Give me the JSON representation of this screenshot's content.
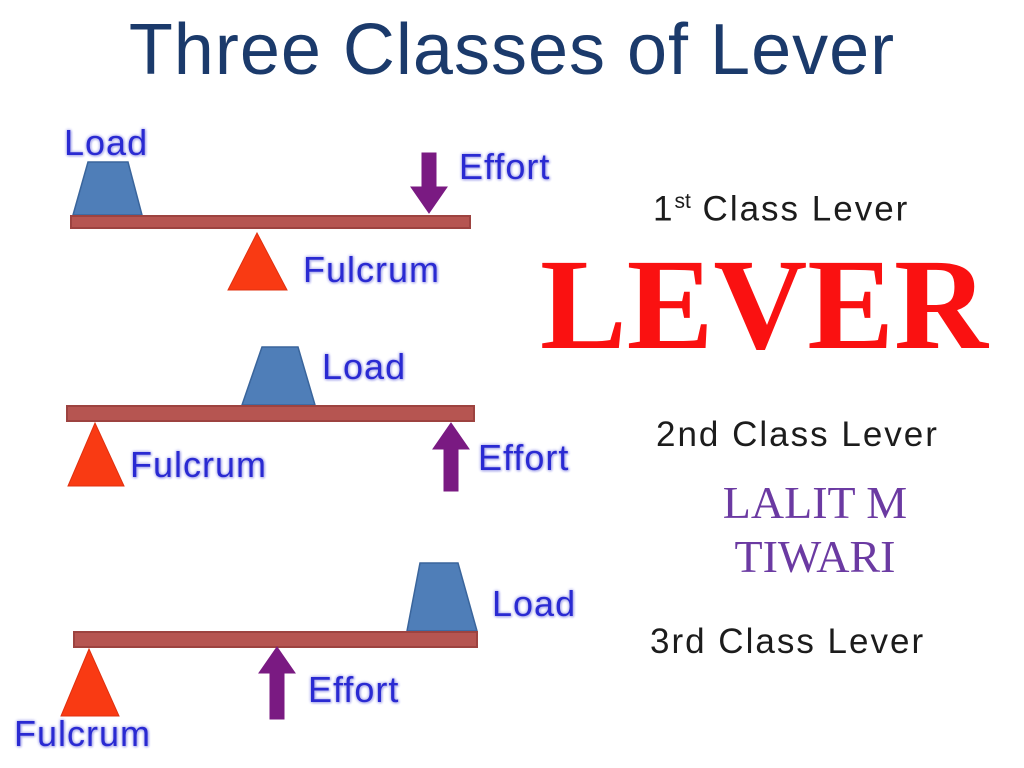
{
  "title": "Three Classes of Lever",
  "colors": {
    "background": "#ffffff",
    "title_text": "#1b3a6b",
    "label_text": "#2a2ad2",
    "label_halo": "#b4b4ee",
    "beam_fill": "#b65551",
    "beam_border": "#9d4340",
    "load_fill": "#4f7eb8",
    "load_border": "#3a659c",
    "fulcrum_fill": "#f93a13",
    "fulcrum_border": "#e0300f",
    "effort_fill": "#7a1a82",
    "class_text": "#1c1c1c",
    "lever_red": "#fa1111",
    "author_purple": "#6b3aa2"
  },
  "diagram": {
    "levers": [
      {
        "name": "first-class-lever",
        "load": "Load",
        "effort": "Effort",
        "fulcrum": "Fulcrum"
      },
      {
        "name": "second-class-lever",
        "load": "Load",
        "effort": "Effort",
        "fulcrum": "Fulcrum"
      },
      {
        "name": "third-class-lever",
        "load": "Load",
        "effort": "Effort",
        "fulcrum": "Fulcrum"
      }
    ]
  },
  "captions": {
    "first_class_num": "1",
    "first_class_sup": "st",
    "first_class_rest": " Class Lever",
    "lever_word": "LEVER",
    "second_class": "2nd Class Lever",
    "author_line1": "LALIT M",
    "author_line2": "TIWARI",
    "third_class": "3rd Class Lever"
  }
}
